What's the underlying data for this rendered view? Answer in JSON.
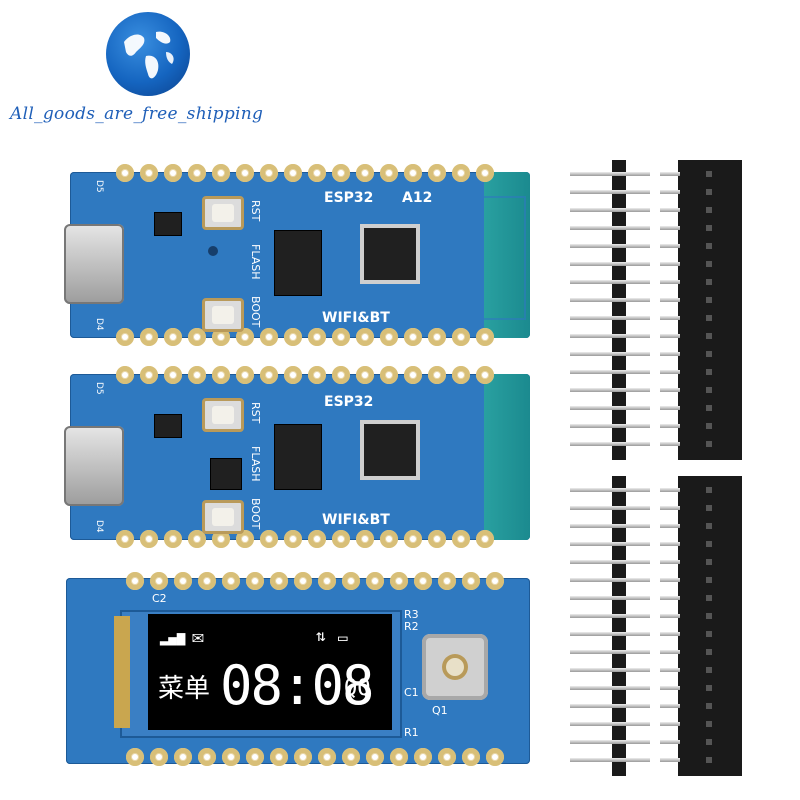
{
  "store": {
    "logo_text": "All_goods_are_free_shipping"
  },
  "board1": {
    "label_esp32": "ESP32",
    "label_a12": "A12",
    "label_rst": "RST",
    "label_flash": "FLASH",
    "label_boot": "BOOT",
    "label_wifi_bt": "WIFI&BT",
    "label_d4": "D4",
    "label_d5": "D5"
  },
  "board2": {
    "label_esp32": "ESP32",
    "label_rst": "RST",
    "label_flash": "FLASH",
    "label_boot": "BOOT",
    "label_wifi_bt": "WIFI&BT",
    "label_d4": "D4",
    "label_d5": "D5"
  },
  "board3": {
    "label_c2": "C2",
    "label_r3": "R3",
    "label_r2": "R2",
    "label_c1": "C1",
    "label_r1": "R1",
    "label_q1": "Q1",
    "oled_chinese": "菜单",
    "oled_time": "08:08",
    "oled_qq": "QQ",
    "oled_signal_icon": "signal-icon",
    "oled_mail_icon": "mail-icon",
    "oled_battery_icon": "battery-icon"
  },
  "colors": {
    "pcb_blue": "#2f79c0",
    "antenna_teal": "#1b8a8f",
    "pad_gold": "#d8bf78",
    "header_black": "#1a1a1a",
    "logo_blue": "#1f5fb8"
  }
}
